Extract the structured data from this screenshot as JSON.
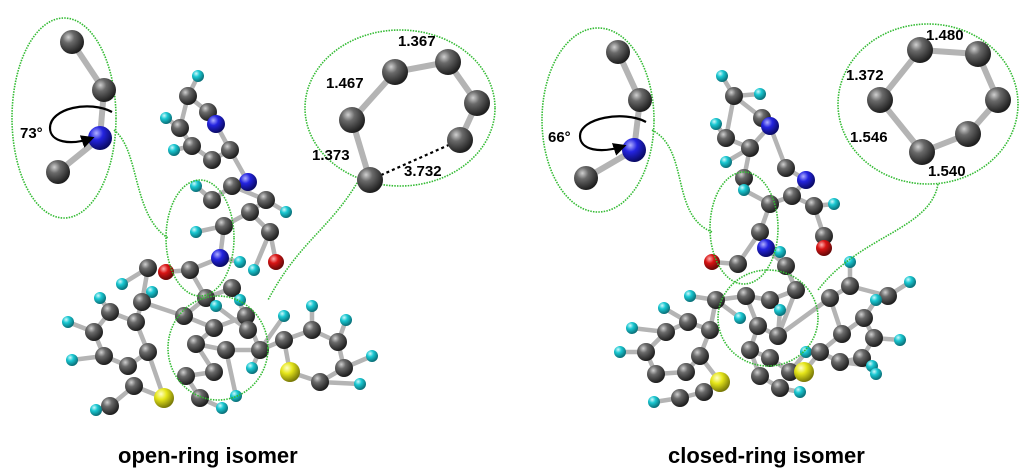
{
  "colors": {
    "carbon": "#555555",
    "hydrogen": "#19c8d2",
    "nitrogen": "#1a1adc",
    "oxygen": "#cc1010",
    "sulfur": "#e6e61a",
    "bond": "#b4b4b4",
    "highlight": "#33bb33"
  },
  "open": {
    "caption": "open-ring isomer",
    "angle": "73°",
    "bonds": [
      "1.367",
      "1.467",
      "1.373",
      "3.732"
    ]
  },
  "closed": {
    "caption": "closed-ring isomer",
    "angle": "66°",
    "bonds": [
      "1.480",
      "1.372",
      "1.546",
      "1.540"
    ]
  }
}
